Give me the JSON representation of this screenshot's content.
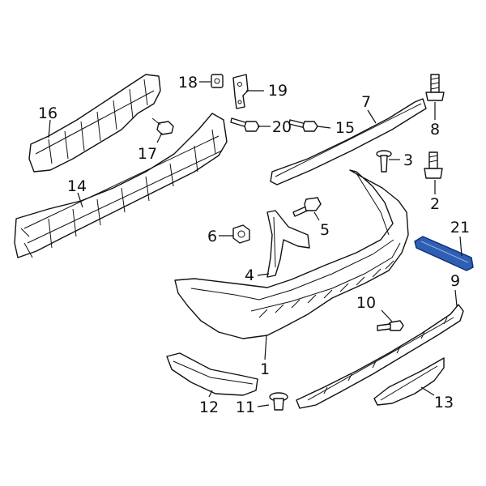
{
  "diagram": {
    "highlight_color": "#2f5fb3",
    "callouts": [
      {
        "id": "1",
        "label": "1"
      },
      {
        "id": "2",
        "label": "2"
      },
      {
        "id": "3",
        "label": "3"
      },
      {
        "id": "4",
        "label": "4"
      },
      {
        "id": "5",
        "label": "5"
      },
      {
        "id": "6",
        "label": "6"
      },
      {
        "id": "7",
        "label": "7"
      },
      {
        "id": "8",
        "label": "8"
      },
      {
        "id": "9",
        "label": "9"
      },
      {
        "id": "10",
        "label": "10"
      },
      {
        "id": "11",
        "label": "11"
      },
      {
        "id": "12",
        "label": "12"
      },
      {
        "id": "13",
        "label": "13"
      },
      {
        "id": "14",
        "label": "14"
      },
      {
        "id": "15",
        "label": "15"
      },
      {
        "id": "16",
        "label": "16"
      },
      {
        "id": "17",
        "label": "17"
      },
      {
        "id": "18",
        "label": "18"
      },
      {
        "id": "19",
        "label": "19"
      },
      {
        "id": "20",
        "label": "20"
      },
      {
        "id": "21",
        "label": "21"
      }
    ]
  }
}
